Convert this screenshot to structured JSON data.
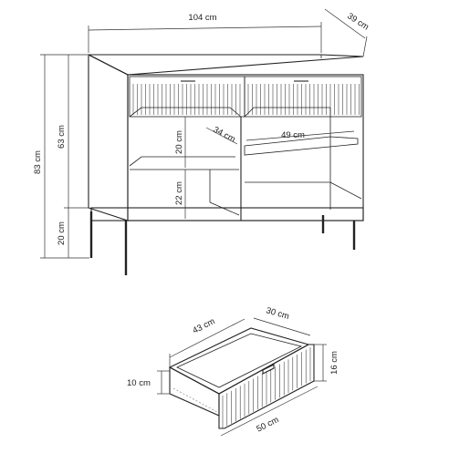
{
  "cabinet": {
    "width": "104 cm",
    "depth": "39 cm",
    "total_height": "83 cm",
    "body_height": "63 cm",
    "leg_height": "20 cm",
    "upper_compartment_height": "20 cm",
    "lower_compartment_height": "22 cm",
    "shelf_depth": "34 cm",
    "shelf_width": "49 cm"
  },
  "drawer": {
    "depth": "43 cm",
    "inner_width": "30 cm",
    "front_width": "50 cm",
    "front_height": "16 cm",
    "box_height": "10 cm"
  }
}
